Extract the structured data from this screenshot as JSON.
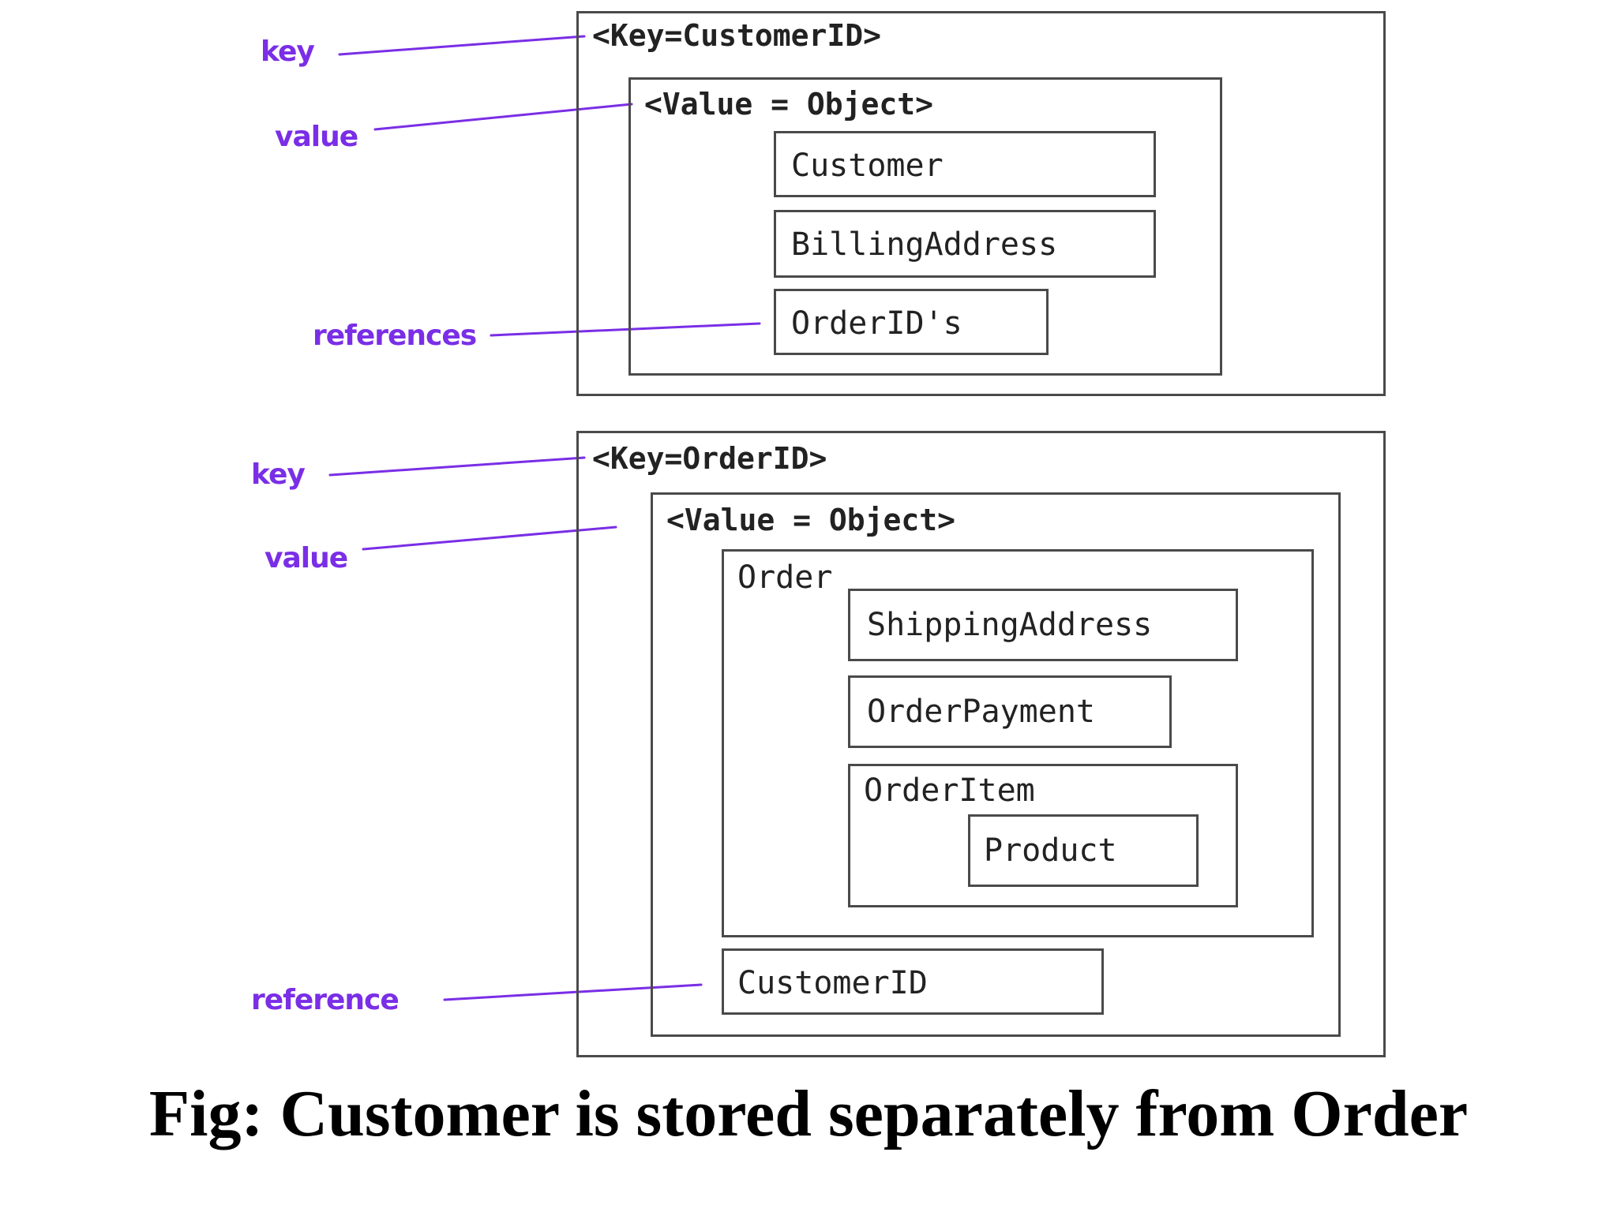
{
  "annotations": {
    "top": {
      "key": "key",
      "value": "value",
      "references": "references"
    },
    "bottom": {
      "key": "key",
      "value": "value",
      "reference": "reference"
    }
  },
  "customer_record": {
    "key_label": "<Key=CustomerID>",
    "value_label": "<Value = Object>",
    "items": [
      "Customer",
      "BillingAddress",
      "OrderID's"
    ]
  },
  "order_record": {
    "key_label": "<Key=OrderID>",
    "value_label": "<Value = Object>",
    "order_label": "Order",
    "shipping_label": "ShippingAddress",
    "payment_label": "OrderPayment",
    "order_item_label": "OrderItem",
    "product_label": "Product",
    "customer_id_label": "CustomerID"
  },
  "caption": "Fig: Customer is stored separately from Order",
  "colors": {
    "annotation": "#7a2ee6",
    "box_border": "#4a4a4a",
    "text": "#222222"
  }
}
